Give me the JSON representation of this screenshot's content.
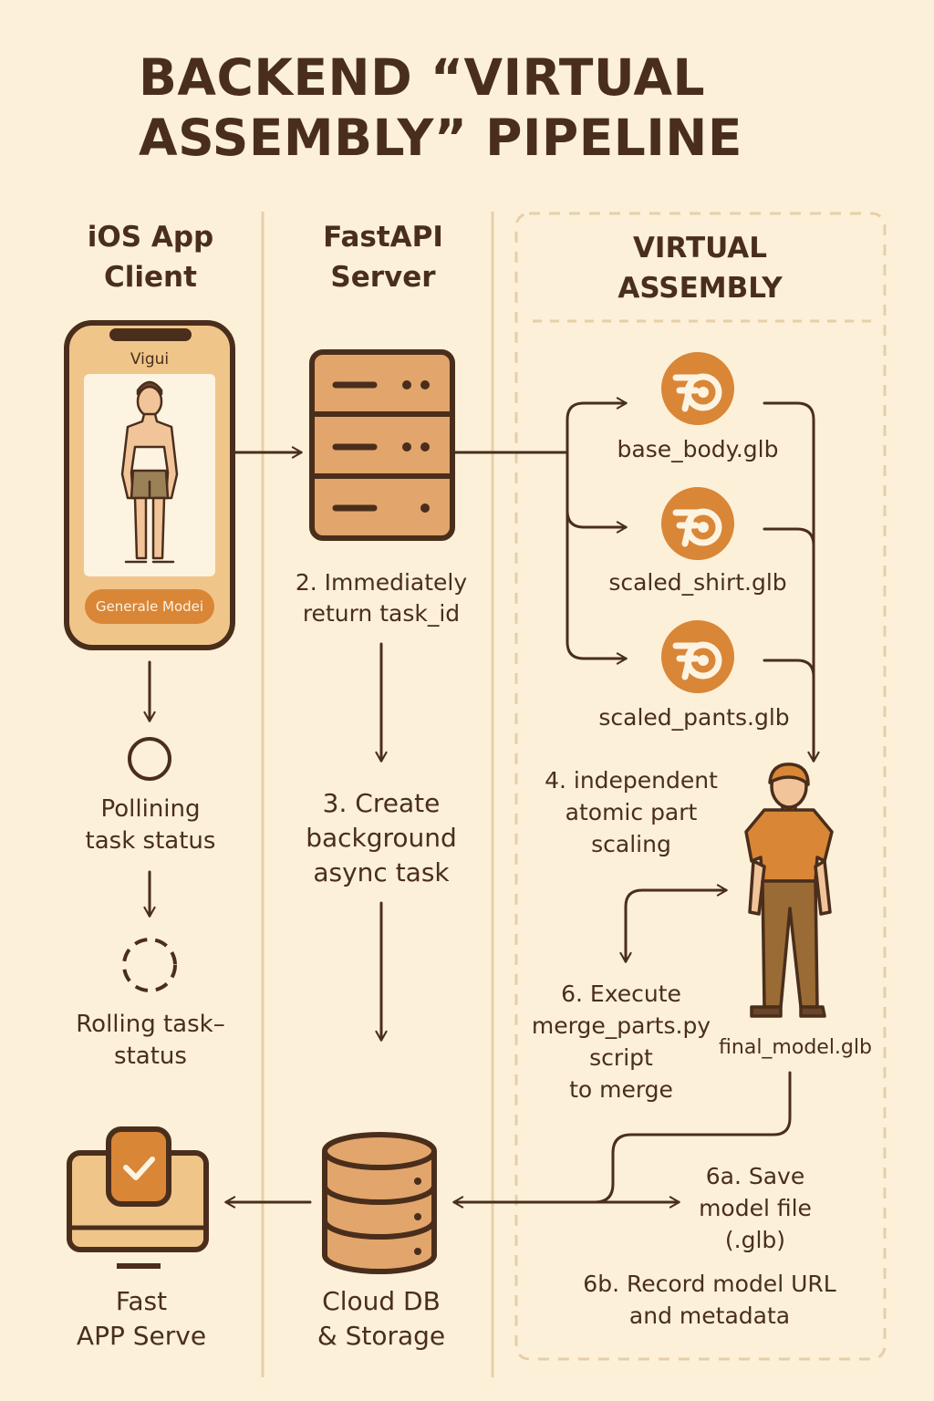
{
  "title": "BACKEND “VIRTUAL\nASSEMBLY” PIPELINE",
  "columns": {
    "client": "iOS App\nClient",
    "server": "FastAPI\nServer",
    "assembly": "VIRTUAL\nASSEMBLY"
  },
  "phone": {
    "app_name": "Vigui",
    "button_label": "Generale Modei"
  },
  "client_steps": {
    "polling": "Pollining\ntask status",
    "rolling": "Rolling task–\nstatus",
    "fast_app": "Fast\nAPP Serve"
  },
  "server_steps": {
    "step2": "2. Immediately\nreturn task_id",
    "step3": "3. Create\nbackground\nasync task",
    "storage": "Cloud DB\n& Storage"
  },
  "assembly_steps": {
    "files": [
      "base_body.glb",
      "scaled_shirt.glb",
      "scaled_pants.glb"
    ],
    "step4": "4. independent\natomic part\nscaling",
    "step6": "6. Execute\nmerge_parts.py\nscript\nto merge",
    "final": "final_model.glb",
    "step6a": "6a. Save\nmodel file\n(.glb)",
    "step6b": "6b. Record model URL\nand metadata"
  },
  "colors": {
    "background": "#fcf0d9",
    "ink": "#4a2e1c",
    "accent": "#d98637",
    "panel": "#f0c58a",
    "light_panel": "#fdf3e1"
  },
  "icons": [
    "phone-icon",
    "server-icon",
    "blender-icon",
    "person-icon",
    "database-icon",
    "check-monitor-icon",
    "circle-icon",
    "dashed-circle-icon"
  ]
}
